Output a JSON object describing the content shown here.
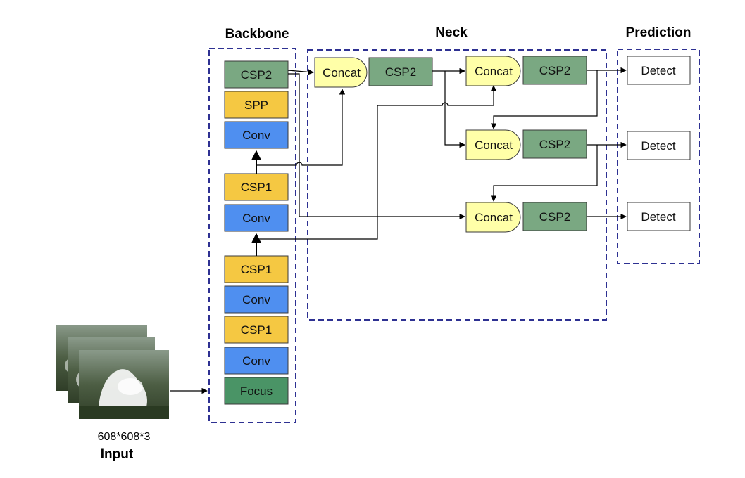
{
  "groups": {
    "backbone": "Backbone",
    "neck": "Neck",
    "prediction": "Prediction"
  },
  "input": {
    "size": "608*608*3",
    "label": "Input"
  },
  "backbone_blocks": [
    "CSP2",
    "SPP",
    "Conv",
    "CSP1",
    "Conv",
    "CSP1",
    "Conv",
    "CSP1",
    "Conv",
    "Focus"
  ],
  "neck_blocks": {
    "concat_1": "Concat",
    "csp2_1": "CSP2",
    "concat_2": "Concat",
    "csp2_2": "CSP2",
    "concat_3": "Concat",
    "csp2_3": "CSP2",
    "concat_4": "Concat",
    "csp2_4": "CSP2"
  },
  "prediction_blocks": [
    "Detect",
    "Detect",
    "Detect"
  ],
  "colors": {
    "csp2": "#7aa882",
    "csp1_spp": "#f5c842",
    "conv": "#4f8ff0",
    "focus": "#4a9466",
    "concat": "#ffffa8",
    "detect": "#ffffff",
    "group_border": "#2e3192"
  }
}
